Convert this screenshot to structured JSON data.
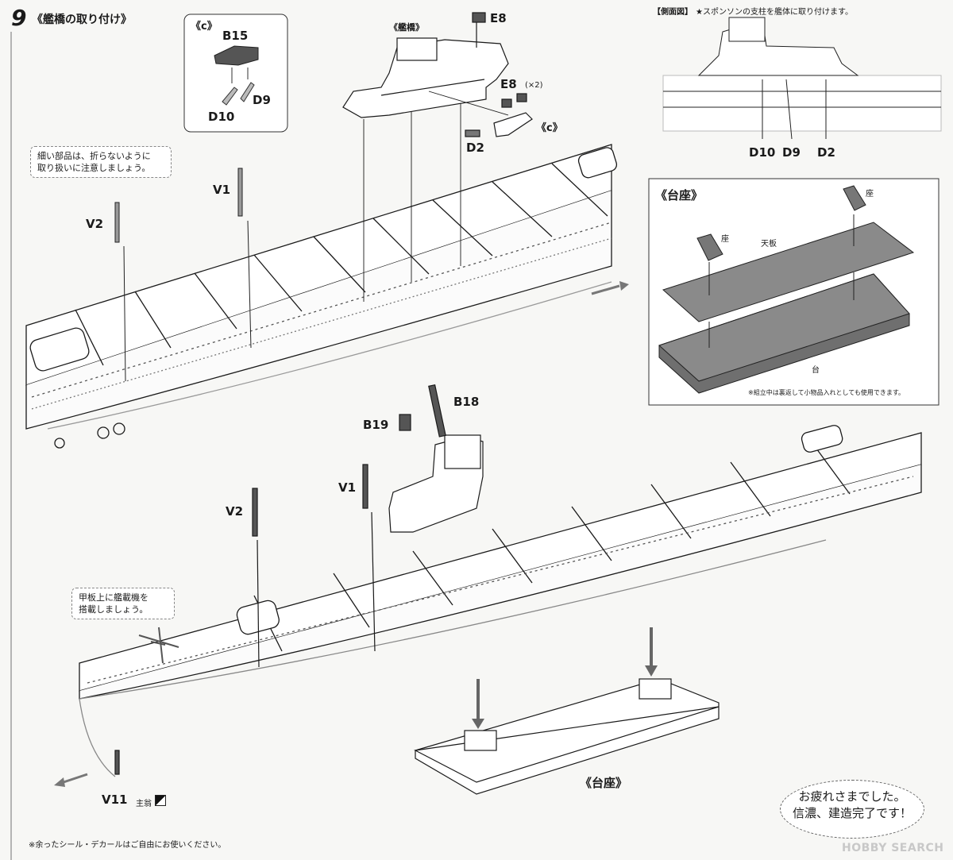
{
  "step": {
    "number": "9",
    "title": "《艦橋の取り付け》"
  },
  "inset_c": {
    "title": "《c》",
    "parts": [
      "B15",
      "D9",
      "D10"
    ]
  },
  "bridge": {
    "title": "《艦橋》",
    "parts": [
      "E8",
      "E8",
      "D2",
      "《c》"
    ],
    "e8_qty": "(×2)"
  },
  "side_view": {
    "title": "【側面図】",
    "note": "★スポンソンの支柱を艦体に取り付けます。",
    "parts": [
      "D10",
      "D9",
      "D2"
    ]
  },
  "stand_inset": {
    "title": "《台座》",
    "top_plate": "天板",
    "seat": "座",
    "base": "台",
    "footnote": "※組立中は裏返して小物品入れとしても使用できます。"
  },
  "notes": {
    "fragile": "細い部品は、折らないように\n取り扱いに注意しましょう。",
    "aircraft": "甲板上に艦載機を\n搭載しましょう。"
  },
  "upper_ship_parts": [
    "V1",
    "V2"
  ],
  "lower_ship_parts": [
    "B18",
    "B19",
    "V1",
    "V2"
  ],
  "bow_part": {
    "label": "V11",
    "color": "主翁"
  },
  "stand_caption": "《台座》",
  "completion": "お疲れさまでした。\n信濃、建造完了です！",
  "footer_note": "※余ったシール・デカールはご自由にお使いください。",
  "watermark": "HOBBY SEARCH",
  "colors": {
    "ink": "#1a1a1a",
    "plate": "#7a7a7a",
    "paper": "#f7f7f5"
  }
}
